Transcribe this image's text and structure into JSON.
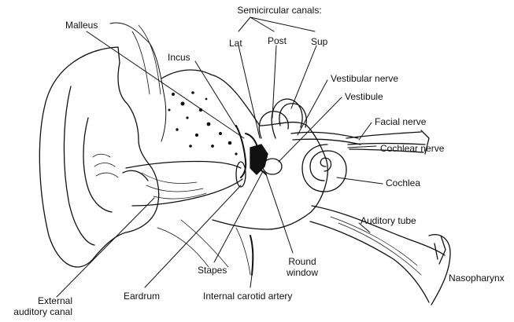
{
  "colors": {
    "ink": "#111111",
    "paper": "#ffffff"
  },
  "labels": {
    "semicircular_canals": "Semicircular canals:",
    "lat": "Lat",
    "post": "Post",
    "sup": "Sup",
    "malleus": "Malleus",
    "incus": "Incus",
    "vestibular_nerve": "Vestibular nerve",
    "vestibule": "Vestibule",
    "facial_nerve": "Facial nerve",
    "cochlear_nerve": "Cochlear nerve",
    "cochlea": "Cochlea",
    "auditory_tube": "Auditory tube",
    "nasopharynx": "Nasopharynx",
    "round_window_1": "Round",
    "round_window_2": "window",
    "stapes": "Stapes",
    "internal_carotid_artery": "Internal carotid artery",
    "eardrum": "Eardrum",
    "external_auditory_canal_1": "External",
    "external_auditory_canal_2": "auditory canal"
  }
}
